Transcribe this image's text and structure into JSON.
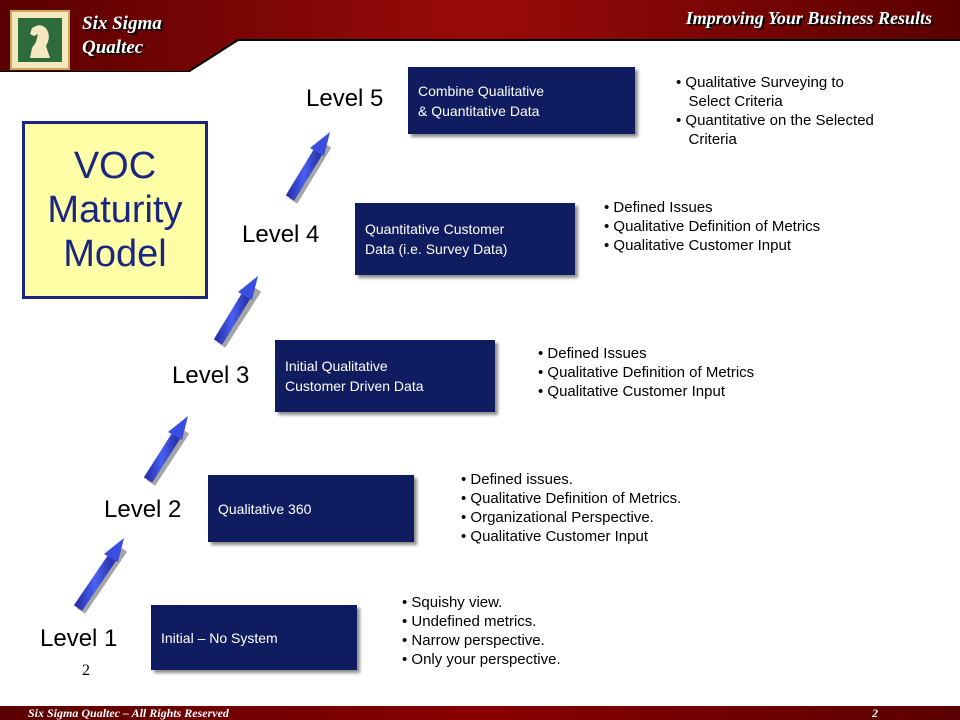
{
  "header": {
    "brand_line1": "Six Sigma",
    "brand_line2": "Qualtec",
    "tagline": "Improving Your Business Results"
  },
  "footer": {
    "copyright": "Six Sigma Qualtec – All Rights Reserved",
    "page": "2"
  },
  "title": {
    "line1": "VOC",
    "line2": "Maturity",
    "line3": "Model"
  },
  "page_number": "2",
  "levels": [
    {
      "label": "Level 1",
      "box": "Initial – No System",
      "bullets": [
        "• Squishy view.",
        "• Undefined metrics.",
        "• Narrow perspective.",
        "• Only your perspective."
      ]
    },
    {
      "label": "Level 2",
      "box": "Qualitative 360",
      "bullets": [
        "• Defined issues.",
        "• Qualitative Definition of Metrics.",
        "• Organizational Perspective.",
        "• Qualitative Customer Input"
      ]
    },
    {
      "label": "Level 3",
      "box": "Initial Qualitative\nCustomer  Driven Data",
      "bullets": [
        "• Defined Issues",
        "• Qualitative Definition of Metrics",
        "• Qualitative Customer Input"
      ]
    },
    {
      "label": "Level 4",
      "box": "Quantitative Customer\nData (i.e. Survey Data)",
      "bullets": [
        "• Defined Issues",
        "• Qualitative Definition of Metrics",
        "• Qualitative Customer Input"
      ]
    },
    {
      "label": "Level 5",
      "box": "Combine Qualitative\n& Quantitative Data",
      "bullets": [
        "• Qualitative Surveying to",
        "   Select Criteria",
        "• Quantitative on the Selected",
        "   Criteria"
      ]
    }
  ],
  "colors": {
    "header_red": "#8a0000",
    "box_navy": "#101c60",
    "title_fill": "#ffffa8",
    "title_text": "#1a2780",
    "arrow_blue": "#3a4fe0"
  }
}
